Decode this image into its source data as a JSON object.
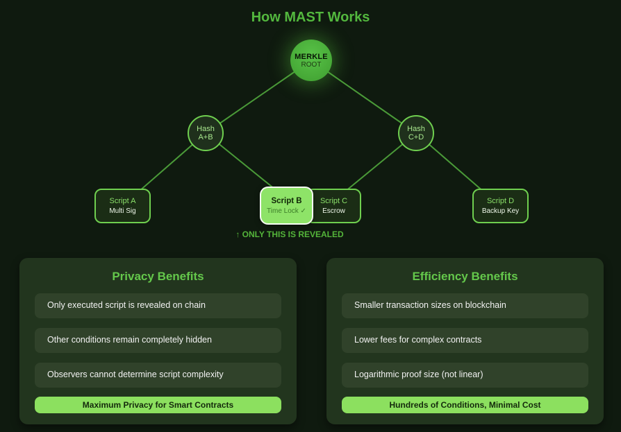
{
  "page": {
    "title": "How MAST Works"
  },
  "tree": {
    "root": {
      "line1": "MERKLE",
      "line2": "ROOT"
    },
    "hashes": [
      {
        "label": "Hash A+B"
      },
      {
        "label": "Hash C+D"
      }
    ],
    "scripts": [
      {
        "title": "Script A",
        "subtitle": "Multi Sig",
        "revealed": false
      },
      {
        "title": "Script B",
        "subtitle": "Time Lock ✓",
        "revealed": true
      },
      {
        "title": "Script C",
        "subtitle": "Escrow",
        "revealed": false
      },
      {
        "title": "Script D",
        "subtitle": "Backup Key",
        "revealed": false
      }
    ],
    "reveal_note": "↑ ONLY THIS IS REVEALED"
  },
  "panels": [
    {
      "title": "Privacy Benefits",
      "items": [
        "Only executed script is revealed on chain",
        "Other conditions remain completely hidden",
        "Observers cannot determine script complexity"
      ],
      "footer": "Maximum Privacy for Smart Contracts"
    },
    {
      "title": "Efficiency Benefits",
      "items": [
        "Smaller transaction sizes on blockchain",
        "Lower fees for complex contracts",
        "Logarithmic proof size (not linear)"
      ],
      "footer": "Hundreds of Conditions, Minimal Cost"
    }
  ],
  "colors": {
    "background": "#0f1a0f",
    "accent_green": "#6fcf4f",
    "title_green": "#53b83e",
    "highlight_green": "#8ee368",
    "panel_background": "#22351e",
    "edge_green": "#4a9a38",
    "badge_green": "#8ce05f"
  }
}
